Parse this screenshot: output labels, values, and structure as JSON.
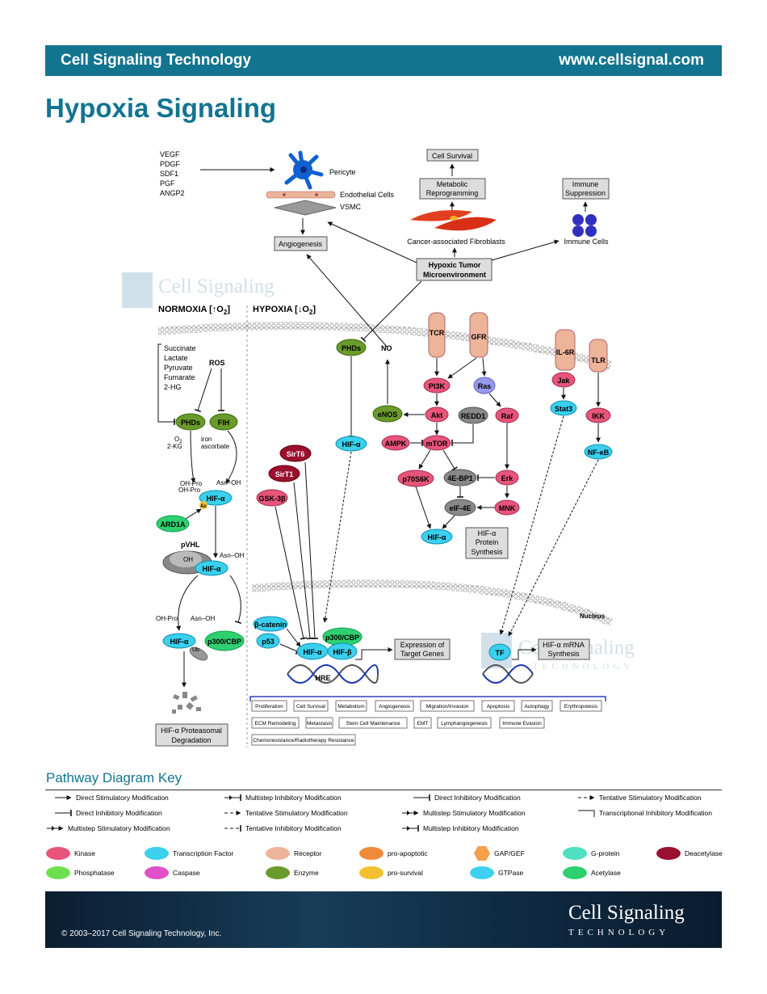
{
  "header": {
    "brand": "Cell Signaling Technology",
    "url": "www.cellsignal.com"
  },
  "title": "Hypoxia Signaling",
  "watermark": {
    "line1": "Cell Signaling",
    "line2": "TECHNOLOGY"
  },
  "sections": {
    "normoxia": "NORMOXIA [↑O",
    "hypoxia": "HYPOXIA [↓O",
    "subscript": "2",
    "close": "]"
  },
  "microenvironment": {
    "factors": [
      "VEGF",
      "PDGF",
      "SDF1",
      "PGF",
      "ANGP2"
    ],
    "pericyte": "Pericyte",
    "endothelial": "Endothelial Cells",
    "vsmc": "VSMC",
    "angiogenesis": "Angiogenesis",
    "cell_survival": "Cell Survival",
    "metabolic": [
      "Metabolic",
      "Reprogramming"
    ],
    "fibroblasts": "Cancer-associated Fibroblasts",
    "immune_suppression": [
      "Immune",
      "Suppression"
    ],
    "immune_cells": "Immune Cells",
    "hypoxic_tumor": [
      "Hypoxic Tumor",
      "Microenvironment"
    ]
  },
  "normoxia": {
    "metabolites": [
      "Succinate",
      "Lactate",
      "Pyruvate",
      "Fumarate",
      "2-HG"
    ],
    "ros": "ROS",
    "phds": "PHDs",
    "fih": "FIH",
    "o2": "O",
    "o2sub": "2",
    "kg": "2-KG",
    "iron": "iron",
    "ascorbate": "ascorbate",
    "ohpro1": "OH-Pro",
    "ohpro2": "OH-Pro",
    "asnoh1": "Asn–OH",
    "hif": "HIF-α",
    "ac": "Ac",
    "ard1a": "ARD1A",
    "pvhl": "pVHL",
    "oh": "OH",
    "asnoh2": "Asn–OH",
    "ohpro3": "OH-Pro",
    "asnoh3": "Asn–OH",
    "ub": "Ub",
    "p300": "p300/CBP",
    "degradation": [
      "HIF-α Proteasomal",
      "Degradation"
    ]
  },
  "hypoxia": {
    "phds": "PHDs",
    "no": "NO",
    "enos": "eNOS",
    "tcr": "TCR",
    "gfr": "GFR",
    "il6r": "IL-6R",
    "tlr": "TLR",
    "pi3k": "PI3K",
    "ras": "Ras",
    "jak": "Jak",
    "stat3": "Stat3",
    "ikk": "IKK",
    "nfkb": "NF-κB",
    "akt": "Akt",
    "redd1": "REDD1",
    "raf": "Raf",
    "ampk": "AMPK",
    "mtor": "mTOR",
    "p70s6k": "p70S6K",
    "ebp1": "4E-BP1",
    "erk": "Erk",
    "eif4e": "eIF-4E",
    "mnk": "MNK",
    "hif_a": "HIF-α",
    "hif_a2": "HIF-α",
    "protein_synthesis": [
      "HIF-α",
      "Protein",
      "Synthesis"
    ],
    "sirt6": "SirT6",
    "sirt1": "SirT1",
    "gsk3b": "GSK-3β",
    "nucleus": "Nucleus",
    "bcatenin": "β-catenin",
    "p53": "p53",
    "p300": "p300/CBP",
    "hif_n": "HIF-α",
    "hif_b": "HIF-β",
    "hre": "HRE",
    "expression": [
      "Expression of",
      "Target Genes"
    ],
    "tf": "TF",
    "mrna": [
      "HIF-α mRNA",
      "Synthesis"
    ]
  },
  "outcomes": [
    [
      "Proliferation",
      "Cell Survival",
      "Metabolism",
      "Angiogenesis",
      "Migration/Invasion",
      "Apoptosis",
      "Autophagy",
      "Erythropoiesis"
    ],
    [
      "ECM Remodeling",
      "Metastasis",
      "Stem Cell Maintenance",
      "EMT",
      "Lymphangiogenesis",
      "Immune Evasion"
    ],
    [
      "Chemoresistance/Radiotherapy Resistance"
    ]
  ],
  "key": {
    "title": "Pathway Diagram Key",
    "arrows": [
      "Direct Stimulatory Modification",
      "Multistep Inhibitory Modification",
      "Direct Inhibitory Modification",
      "Tentative Stimulatory Modification",
      "Direct Inhibitory Modification",
      "Tentative Stimulatory Modification",
      "Multistep Stimulatory Modification",
      "Transcriptional Inhibitory Modification",
      "Multistep Stimulatory Modification",
      "Tentative Inhibitory Modification",
      "Multistep Inhibitory Modification"
    ],
    "nodes": [
      "Kinase",
      "Transcription Factor",
      "Receptor",
      "pro-apoptotic",
      "GAP/GEF",
      "G-protein",
      "Deacetylase",
      "Phosphatase",
      "Caspase",
      "Enzyme",
      "pro-survival",
      "GTPase",
      "Acetylase"
    ],
    "colors": {
      "kinase": "#e8547a",
      "tf": "#3ad0ee",
      "receptor": "#eeb49a",
      "proapop": "#f08a3a",
      "gap": "#f5a04a",
      "gprotein": "#4ee0c0",
      "deacetylase": "#9b1030",
      "phosphatase": "#6ee050",
      "caspase": "#e050c8",
      "enzyme": "#6a9a2a",
      "prosurvival": "#f2c030",
      "gtpase": "#40d0f0",
      "acetylase": "#2ed070"
    }
  },
  "footer": {
    "copyright": "© 2003–2017 Cell Signaling Technology, Inc.",
    "brand": "Cell Signaling",
    "brand2": "TECHNOLOGY"
  }
}
